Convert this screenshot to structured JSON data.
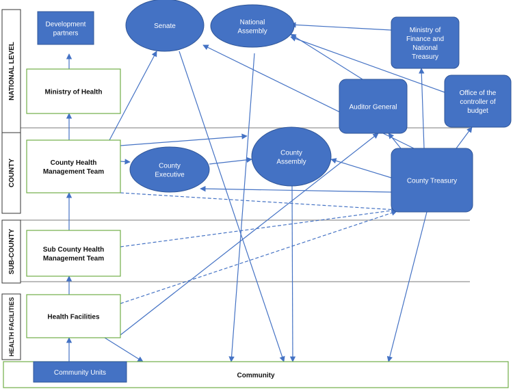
{
  "levels": {
    "national": "NATIONAL LEVEL",
    "county": "COUNTY",
    "sub_county": "SUB-COUNTY",
    "health_facilities": "HEALTH FACILITIES"
  },
  "nodes": {
    "development_partners": [
      "Development",
      "partners"
    ],
    "ministry_of_health": [
      "Ministry of Health"
    ],
    "county_health_management_team": [
      "County Health",
      "Management Team"
    ],
    "sub_county_health_management_team": [
      "Sub County Health",
      "Management Team"
    ],
    "health_facilities": [
      "Health Facilities"
    ],
    "community_units": [
      "Community Units"
    ],
    "community": [
      "Community"
    ],
    "senate": [
      "Senate"
    ],
    "national_assembly": [
      "National",
      "Assembly"
    ],
    "ministry_of_finance": [
      "Ministry of",
      "Finance and",
      "National",
      "Treasury"
    ],
    "auditor_general": [
      "Auditor General"
    ],
    "controller_of_budget": [
      "Office of the",
      "controller of",
      "budget"
    ],
    "county_executive": [
      "County",
      "Executive"
    ],
    "county_assembly": [
      "County",
      "Assembly"
    ],
    "county_treasury": [
      "County Treasury"
    ]
  },
  "colors": {
    "fill": "#4472C4",
    "stroke": "#2F5597",
    "green_border": "#70AD47",
    "arrow": "#4472C4",
    "separator": "#A6A6A6"
  }
}
